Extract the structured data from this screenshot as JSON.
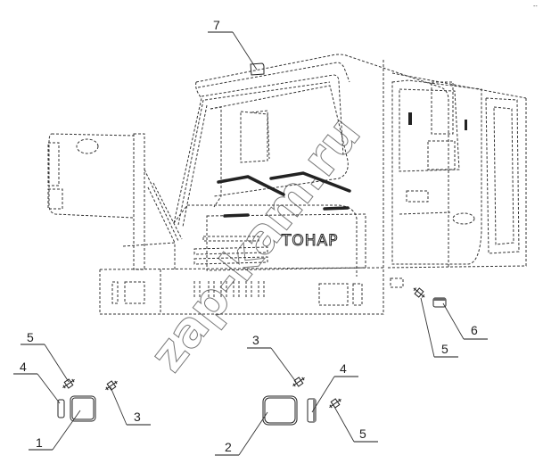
{
  "diagram": {
    "type": "exploded-parts-view",
    "subject": "truck cab lighting",
    "brand_label": "ТОНАР",
    "watermark": "zap-kam.ru",
    "corner_mark": "--",
    "colors": {
      "line": "#333333",
      "background": "#ffffff",
      "watermark": "#777777"
    },
    "callouts": [
      {
        "id": "callout-1",
        "label": "1",
        "part": "headlamp-left"
      },
      {
        "id": "callout-2",
        "label": "2",
        "part": "headlamp-right"
      },
      {
        "id": "callout-3a",
        "label": "3",
        "part": "bulb-socket-left"
      },
      {
        "id": "callout-3b",
        "label": "3",
        "part": "bulb-socket-right"
      },
      {
        "id": "callout-4a",
        "label": "4",
        "part": "side-marker-left"
      },
      {
        "id": "callout-4b",
        "label": "4",
        "part": "side-marker-right"
      },
      {
        "id": "callout-5a",
        "label": "5",
        "part": "marker-bulb-left"
      },
      {
        "id": "callout-5b",
        "label": "5",
        "part": "marker-bulb-right"
      },
      {
        "id": "callout-5c",
        "label": "5",
        "part": "side-repeater-bulb"
      },
      {
        "id": "callout-6",
        "label": "6",
        "part": "side-repeater-lamp"
      },
      {
        "id": "callout-7",
        "label": "7",
        "part": "roof-lamp"
      }
    ]
  }
}
